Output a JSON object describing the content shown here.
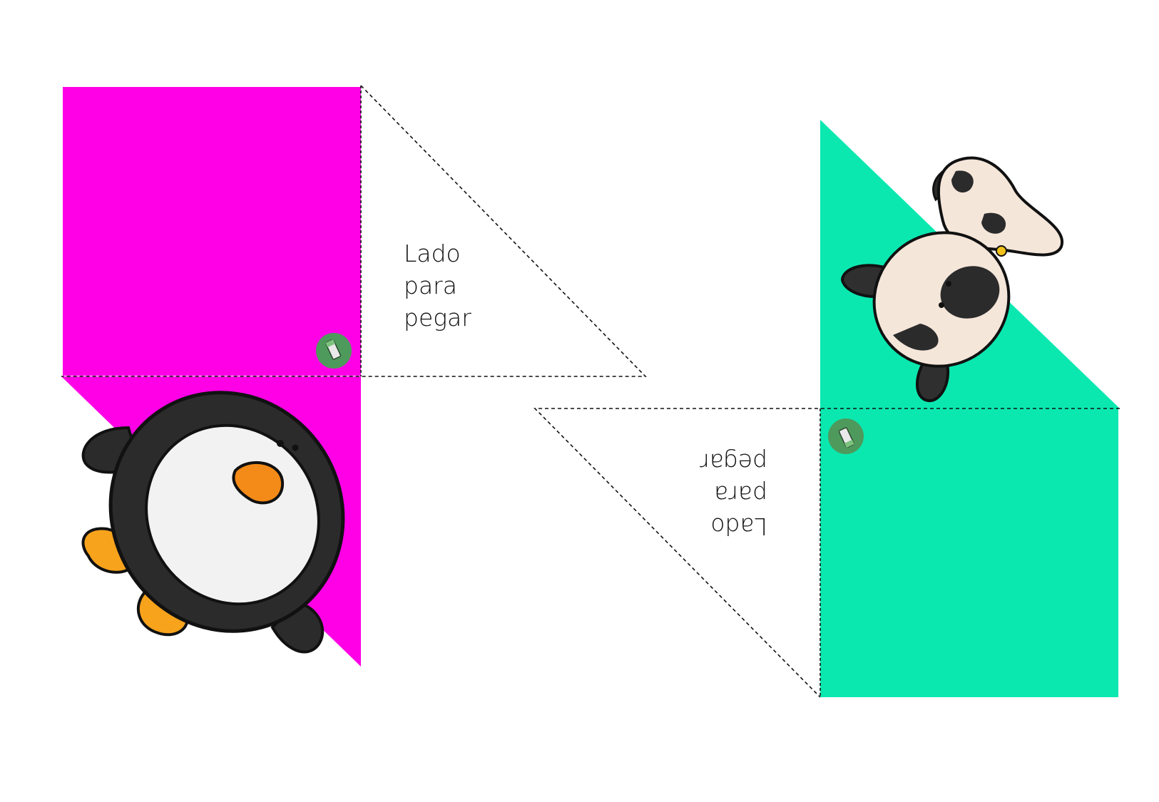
{
  "colors": {
    "magenta": "#FF00E6",
    "mint": "#0AE8B0",
    "badge_green": "#4E9A5C",
    "outline": "#111111"
  },
  "left_piece": {
    "color": "magenta",
    "character_icon": "penguin-icon",
    "badge_icon": "glue-stick-icon",
    "glue_label": {
      "line1": "Lado",
      "line2": "para",
      "line3": "pegar"
    }
  },
  "right_piece": {
    "color": "mint",
    "character_icon": "dog-icon",
    "badge_icon": "glue-stick-icon",
    "glue_label": {
      "line1": "Lado",
      "line2": "para",
      "line3": "pegar"
    },
    "label_orientation": "upside-down"
  }
}
